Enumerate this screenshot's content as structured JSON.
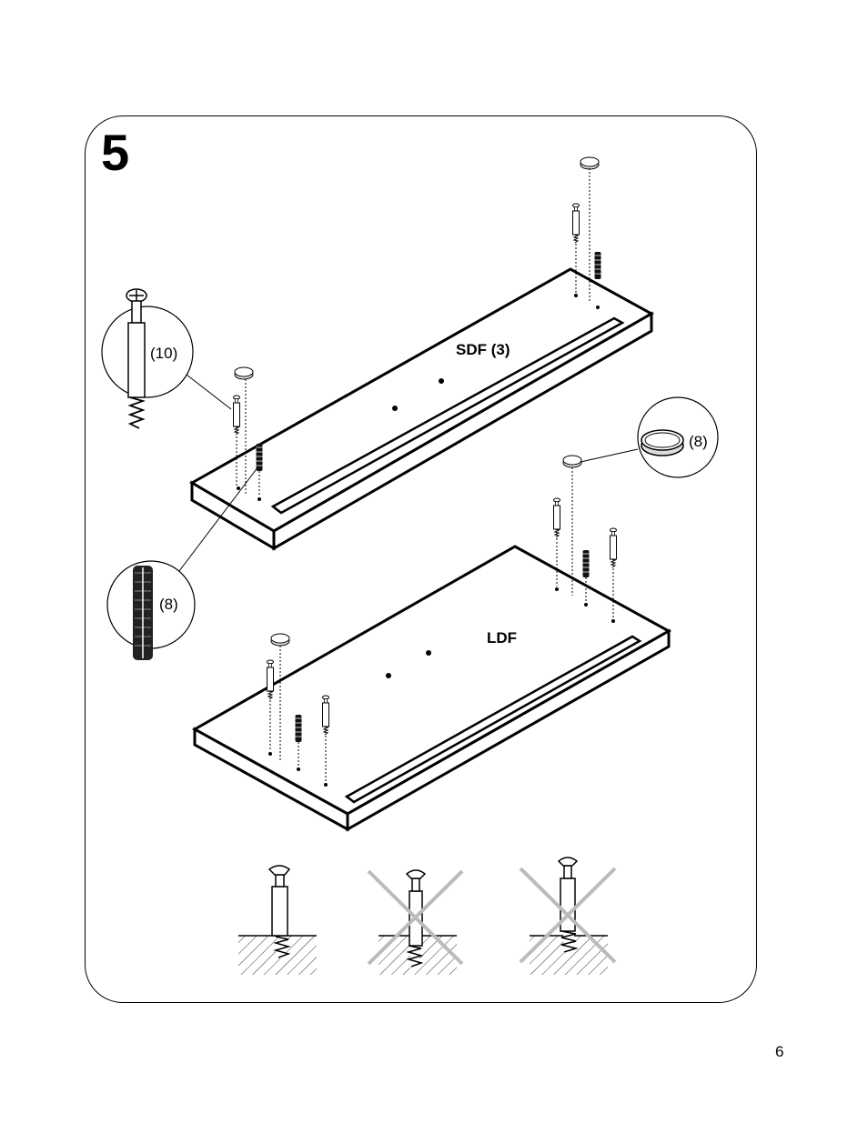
{
  "step_number": "5",
  "page_number": "6",
  "labels": {
    "top_panel": "SDF (3)",
    "bottom_panel": "LDF",
    "callout_cam_bolt": "(10)",
    "callout_dowel": "(8)",
    "callout_cap": "(8)"
  },
  "icons": [
    "cam-bolt-icon",
    "dowel-icon",
    "cover-cap-icon",
    "incorrect-x-icon"
  ],
  "colors": {
    "line": "#000000",
    "cross": "#bbbbbb"
  }
}
